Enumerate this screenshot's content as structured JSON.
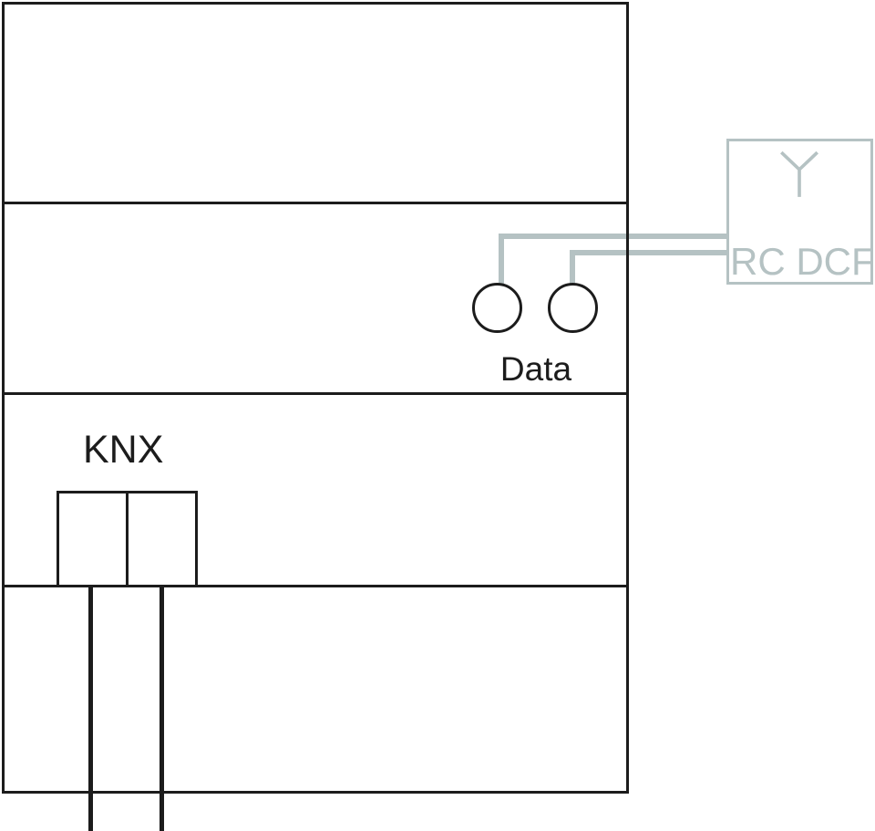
{
  "diagram": {
    "labels": {
      "data": "Data",
      "knx": "KNX",
      "rc_dcf": "RC DCF"
    },
    "icons": {
      "antenna": "antenna-icon"
    },
    "colors": {
      "line": "#1c1c1c",
      "accent": "#b5c2c3",
      "background": "#ffffff"
    }
  }
}
